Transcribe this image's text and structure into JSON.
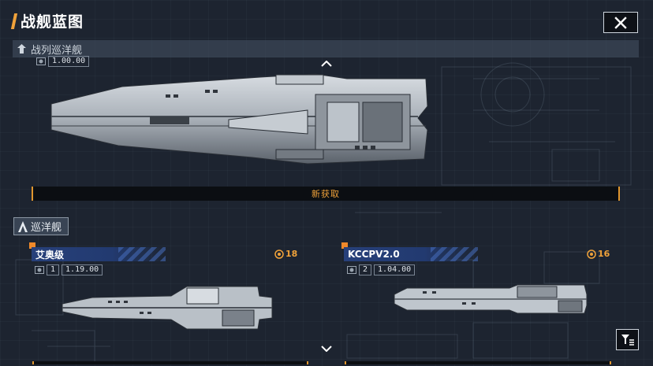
{
  "page": {
    "title": "战舰蓝图"
  },
  "close_button": {
    "icon": "close-icon"
  },
  "featured": {
    "category_label": "战列巡洋舰",
    "category_icon": "rank-icon",
    "tier": "",
    "version": "1.00.00",
    "status_label": "新获取"
  },
  "cruiser_tab": {
    "label": "巡洋舰",
    "icon": "cruiser-icon"
  },
  "cards": [
    {
      "name": "艾奥级",
      "cost": "18",
      "tier": "1",
      "version": "1.19.00",
      "cost_icon": "resource-icon"
    },
    {
      "name": "KCCPV2.0",
      "cost": "16",
      "tier": "2",
      "version": "1.04.00",
      "cost_icon": "resource-icon"
    }
  ],
  "filter_button": {
    "icon": "filter-icon"
  },
  "colors": {
    "accent": "#f0a23a",
    "name_bar": "#27407a",
    "background": "#1d2430"
  }
}
